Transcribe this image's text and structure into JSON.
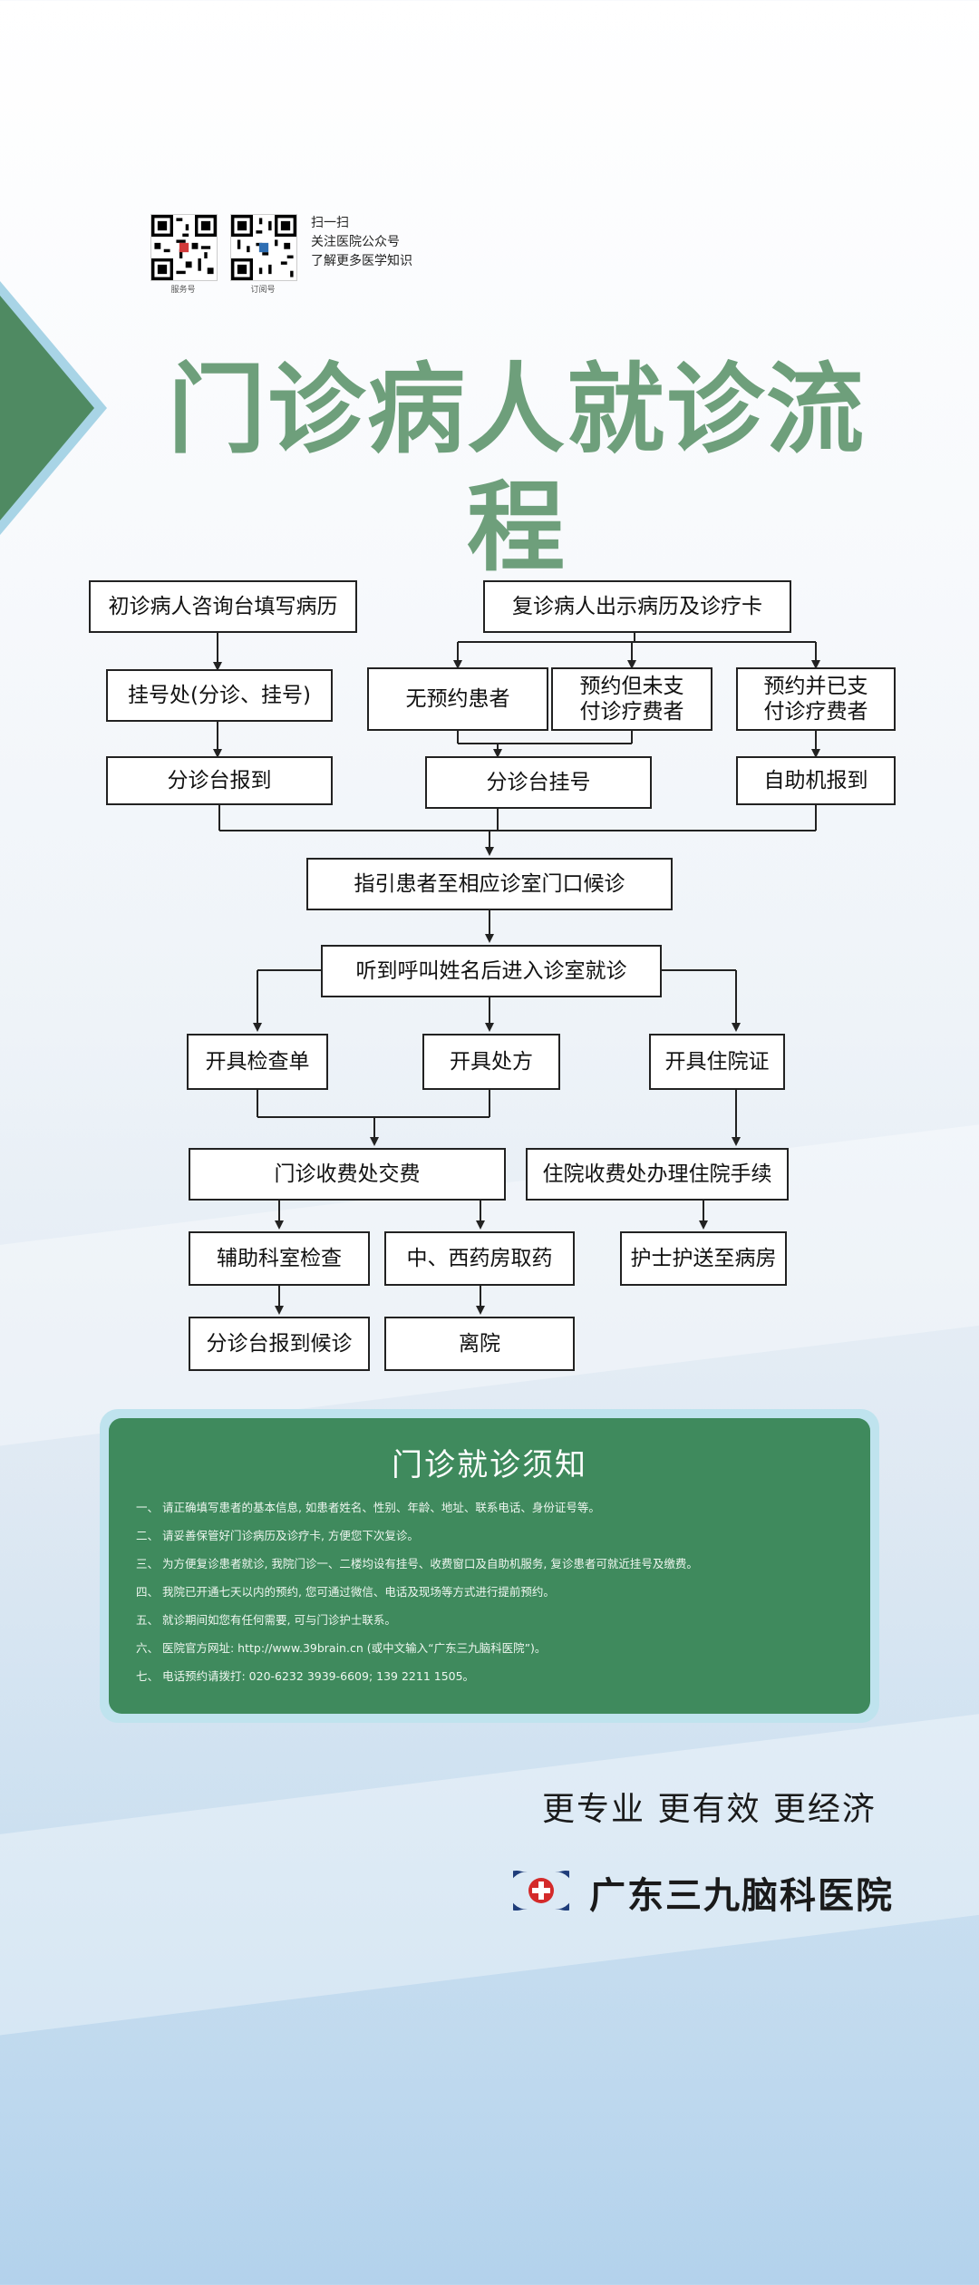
{
  "qr": {
    "codes": [
      {
        "label": "服务号"
      },
      {
        "label": "订阅号"
      }
    ],
    "lines": [
      "扫一扫",
      "关注医院公众号",
      "了解更多医学知识"
    ]
  },
  "title": "门诊病人就诊流程",
  "flow": {
    "first_visit": "初诊病人咨询台填写病历",
    "register": "挂号处(分诊、挂号)",
    "triage_report": "分诊台报到",
    "return_visit": "复诊病人出示病历及诊疗卡",
    "no_appointment": "无预约患者",
    "appointment_unpaid": "预约但未支付诊疗费者",
    "appointment_paid": "预约并已支付诊疗费者",
    "triage_register": "分诊台挂号",
    "self_service": "自助机报到",
    "guide": "指引患者至相应诊室门口候诊",
    "call": "听到呼叫姓名后进入诊室就诊",
    "exam_order": "开具检查单",
    "prescription": "开具处方",
    "admission": "开具住院证",
    "pay": "门诊收费处交费",
    "admission_desk": "住院收费处办理住院手续",
    "aux_exam": "辅助科室检查",
    "pharmacy": "中、西药房取药",
    "nurse_escort": "护士护送至病房",
    "triage_wait": "分诊台报到候诊",
    "leave": "离院"
  },
  "notice": {
    "title": "门诊就诊须知",
    "items": [
      "一、 请正确填写患者的基本信息, 如患者姓名、性别、年龄、地址、联系电话、身份证号等。",
      "二、 请妥善保管好门诊病历及诊疗卡, 方便您下次复诊。",
      "三、 为方便复诊患者就诊, 我院门诊一、二楼均设有挂号、收费窗口及自助机服务, 复诊患者可就近挂号及缴费。",
      "四、 我院已开通七天以内的预约, 您可通过微信、电话及现场等方式进行提前预约。",
      "五、 就诊期间如您有任何需要, 可与门诊护士联系。",
      "六、 医院官方网址: http://www.39brain.cn  (或中文输入“广东三九脑科医院”)。",
      "七、 电话预约请拨打: 020-6232 3939-6609; 139 2211 1505。"
    ]
  },
  "slogan": "更专业 更有效 更经济",
  "hospital": "广东三九脑科医院",
  "colors": {
    "title_green": "#6e9f7b",
    "notice_green": "#3f8a5d",
    "notice_border": "#bfe3ee",
    "arrow_green": "#4f8a62"
  }
}
